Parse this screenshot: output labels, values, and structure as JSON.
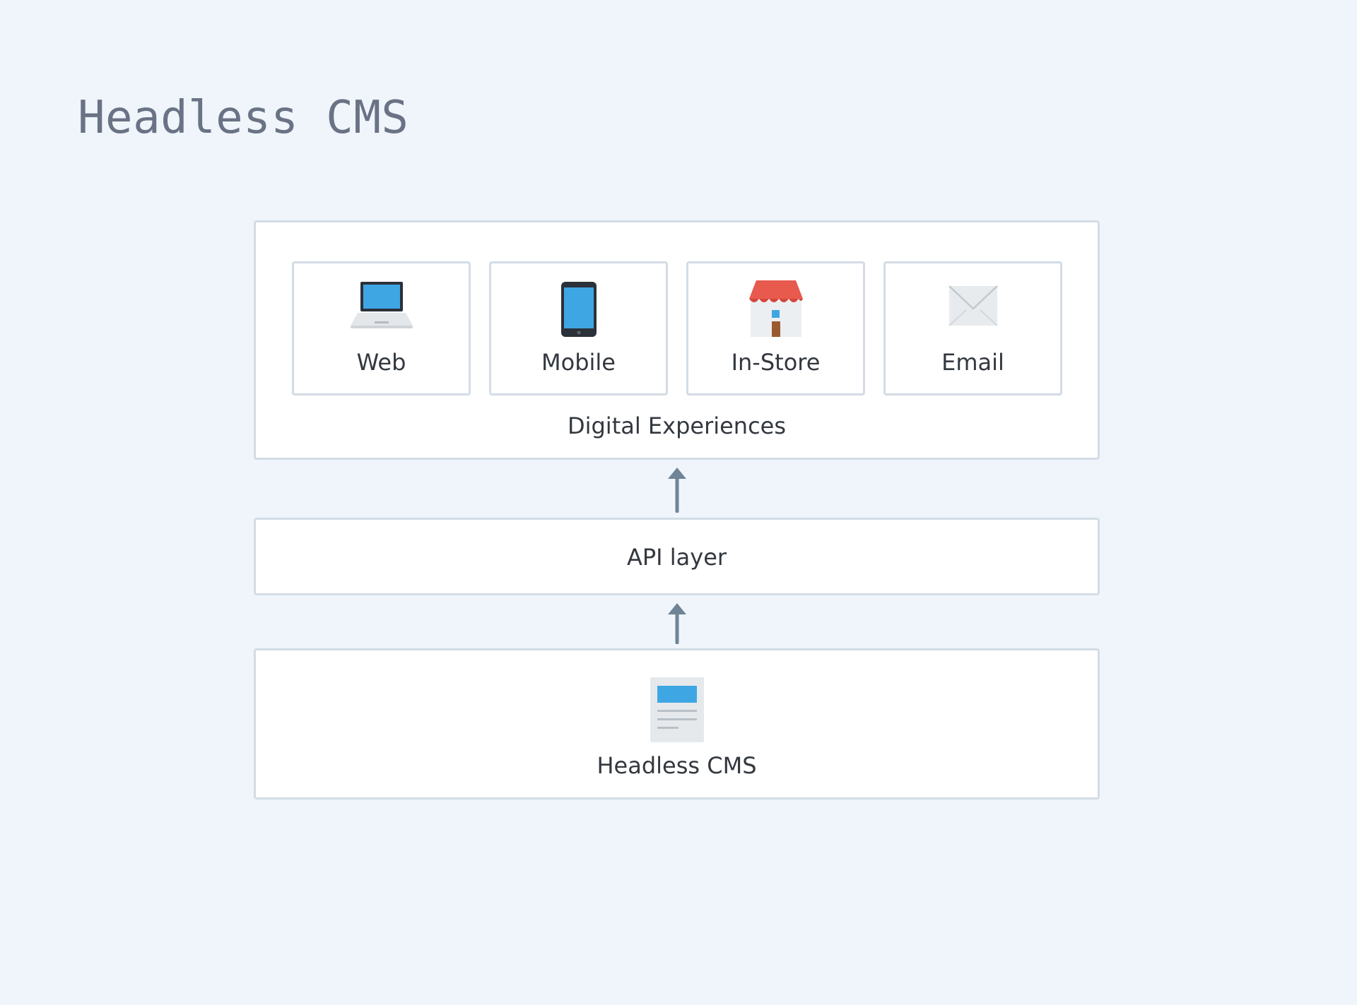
{
  "slide": {
    "title": "Headless CMS"
  },
  "digital_experiences": {
    "caption": "Digital Experiences",
    "channels": [
      {
        "label": "Web",
        "icon": "laptop-icon"
      },
      {
        "label": "Mobile",
        "icon": "phone-icon"
      },
      {
        "label": "In-Store",
        "icon": "store-icon"
      },
      {
        "label": "Email",
        "icon": "envelope-icon"
      }
    ]
  },
  "api_layer": {
    "label": "API layer"
  },
  "headless_cms": {
    "label": "Headless CMS",
    "icon": "document-icon"
  },
  "flows": [
    {
      "from": "Headless CMS",
      "to": "API layer",
      "icon": "arrow-up-icon"
    },
    {
      "from": "API layer",
      "to": "Digital Experiences",
      "icon": "arrow-up-icon"
    }
  ],
  "colors": {
    "background": "#eff5fa",
    "border": "#d3dce6",
    "title": "#6a7385",
    "text": "#33383f",
    "arrow": "#6f8496",
    "screen_blue": "#3fa6e4",
    "awning_red": "#e8594e"
  }
}
